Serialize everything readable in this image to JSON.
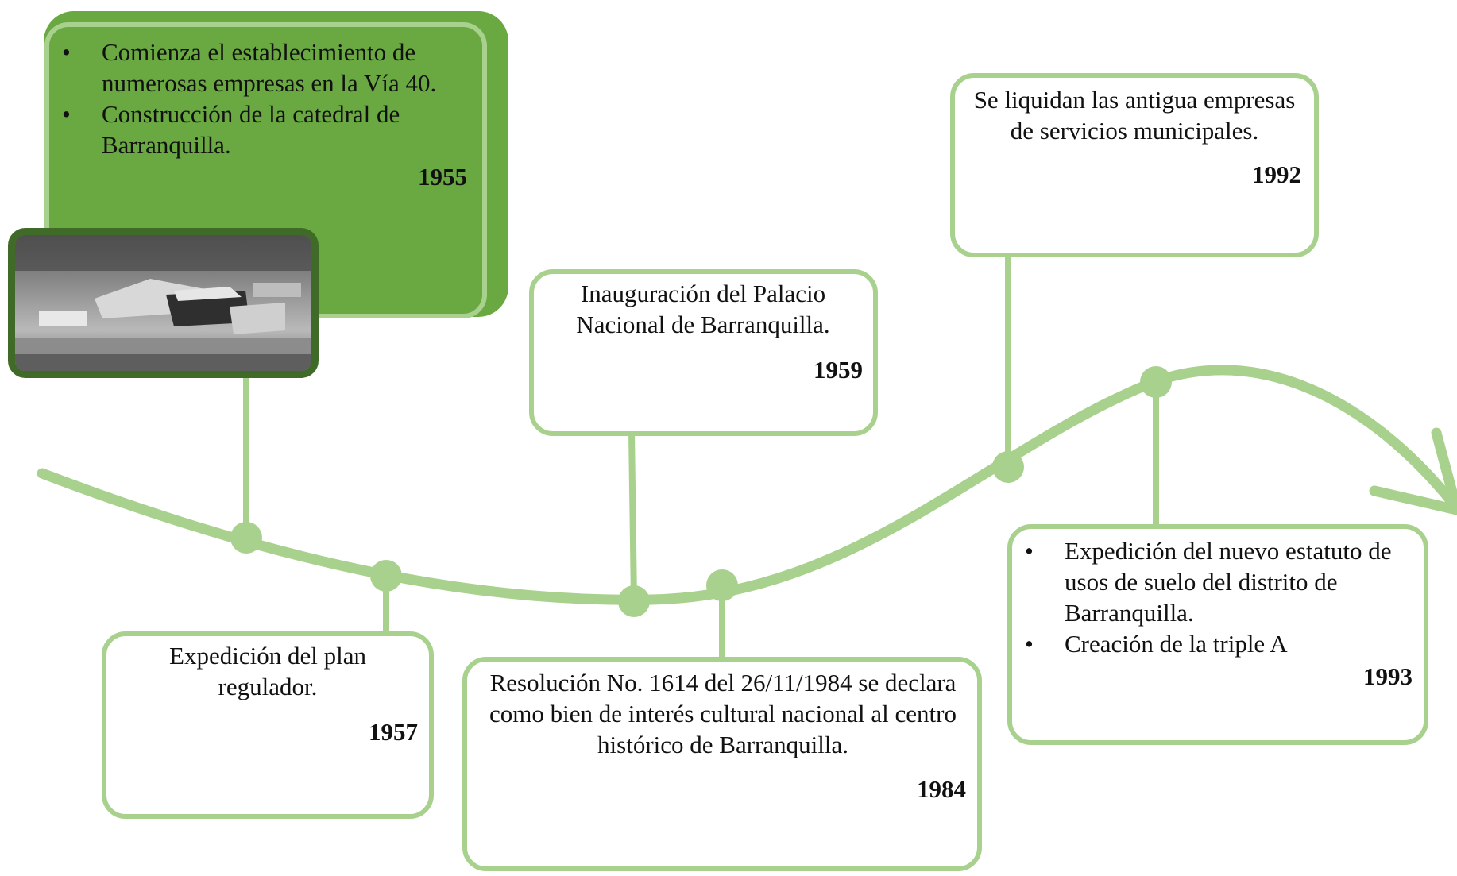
{
  "events": [
    {
      "id": "1955",
      "year": "1955",
      "items": [
        "Comienza el establecimiento de numerosas empresas en la Vía 40.",
        "Construcción de la catedral de Barranquilla."
      ]
    },
    {
      "id": "1957",
      "year": "1957",
      "text": "Expedición del plan regulador."
    },
    {
      "id": "1959",
      "year": "1959",
      "text": "Inauguración del Palacio Nacional de Barranquilla."
    },
    {
      "id": "1984",
      "year": "1984",
      "text": "Resolución No. 1614 del 26/11/1984 se declara como bien de interés cultural nacional al centro histórico de Barranquilla."
    },
    {
      "id": "1992",
      "year": "1992",
      "text": "Se liquidan las antigua empresas de servicios municipales."
    },
    {
      "id": "1993",
      "year": "1993",
      "items": [
        "Expedición del nuevo estatuto de usos de suelo del distrito de Barranquilla.",
        "Creación de la triple A"
      ]
    }
  ],
  "photo": {
    "description_icon": "industrial-area-photo"
  },
  "colors": {
    "timeline": "#a9d18e",
    "box_dark": "#6aa842",
    "photo_frame": "#3f6a27"
  }
}
